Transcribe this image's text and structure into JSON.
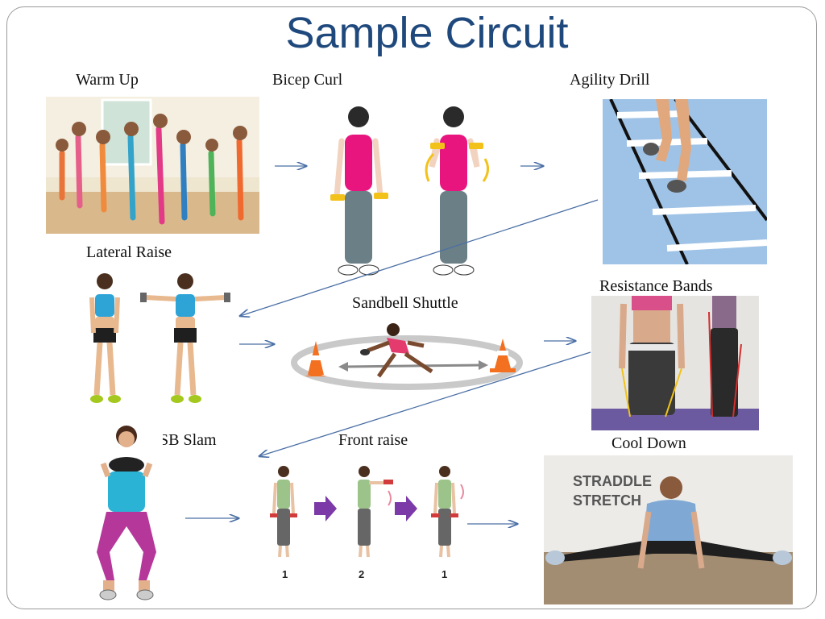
{
  "slide": {
    "title": "Sample Circuit",
    "stations": {
      "warm_up": "Warm Up",
      "bicep_curl": "Bicep Curl",
      "agility_drill": "Agility Drill",
      "lateral_raise": "Lateral Raise",
      "sandbell_shuttle": "Sandbell Shuttle",
      "resistance_bands": "Resistance Bands",
      "sb_slam": "SB Slam",
      "front_raise": "Front raise",
      "cool_down": "Cool Down"
    },
    "image_text": {
      "stretch_sign_line1": "STRADDLE",
      "stretch_sign_line2": "STRETCH",
      "front_raise_steps": [
        "1",
        "2",
        "1"
      ]
    },
    "colors": {
      "title": "#1f497d",
      "arrow": "#4a6fa5",
      "ladder_floor": "#9fc3e6",
      "top_pink": "#e8157f",
      "pants_gray": "#6b7f86"
    }
  }
}
